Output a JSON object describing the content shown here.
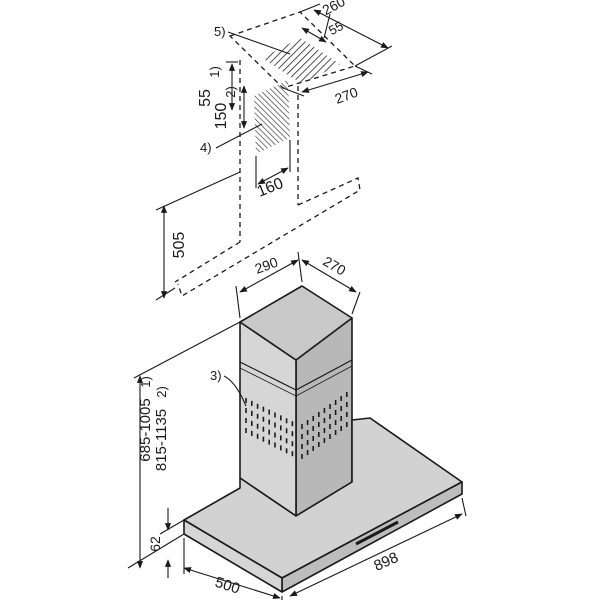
{
  "dimensions": {
    "top_depth": "260",
    "top_offset": "55",
    "top_width": "270",
    "bracket_h1": "55",
    "bracket_h1_ref": "1)",
    "bracket_h2": "150",
    "bracket_h2_ref": "2)",
    "filter_width": "160",
    "lower_gap": "505",
    "chimney_width": "290",
    "chimney_depth": "270",
    "height_range_1": "685-1005",
    "height_range_1_ref": "1)",
    "height_range_2": "815-1135",
    "height_range_2_ref": "2)",
    "canopy_height": "62",
    "canopy_depth": "500",
    "canopy_width": "898"
  },
  "callouts": {
    "c3": "3)",
    "c4": "4)",
    "c5": "5)"
  },
  "colors": {
    "line": "#1a1a1a",
    "steel_top": "#c9c9c9",
    "steel_left": "#d6d6d6",
    "steel_right": "#b8b8b8",
    "canopy_top": "#d2d2d2",
    "canopy_front": "#bdbdbd",
    "hatch": "#222222"
  }
}
